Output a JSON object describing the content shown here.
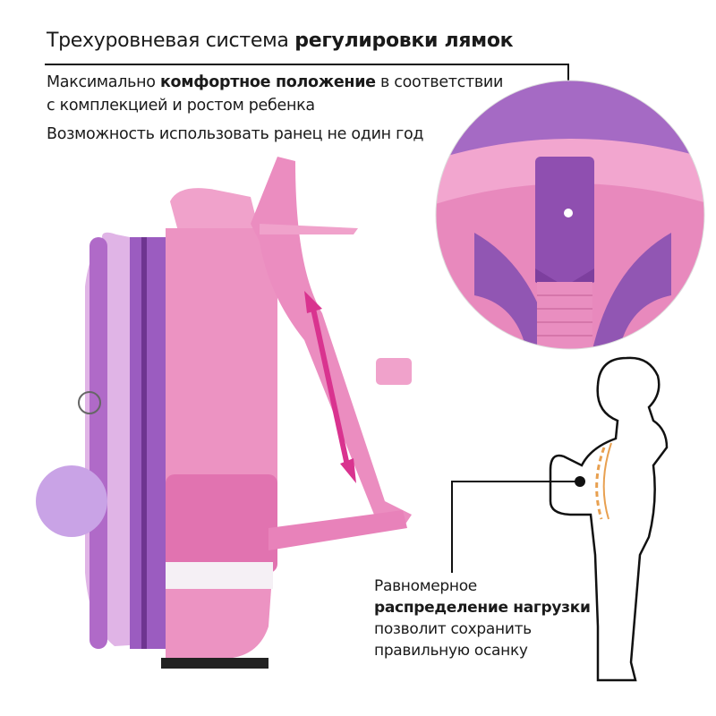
{
  "header": {
    "title_regular": "Трехуровневая система ",
    "title_bold": "регулировки лямок"
  },
  "features": {
    "line1_regular": "Максимально ",
    "line1_bold": "комфортное положение",
    "line1_end": " в соответствии",
    "line2": "с комплекцией и ростом ребенка",
    "line3": "Возможность использовать ранец не один год"
  },
  "posture": {
    "line1": "Равномерное",
    "line2_bold": "распределение нагрузки",
    "line3": "позволит сохранить",
    "line4": "правильную осанку"
  },
  "colors": {
    "pink": "#e98ec0",
    "purple": "#9b5cc0",
    "magenta": "#d9338f",
    "orange": "#e8a050"
  }
}
